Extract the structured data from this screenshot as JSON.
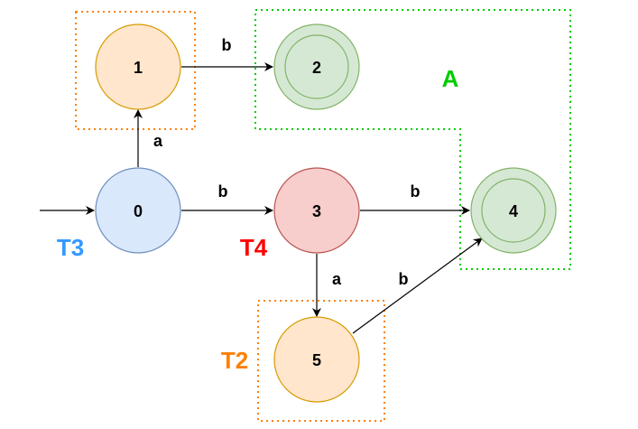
{
  "states": [
    {
      "id": "0",
      "label": "0",
      "fill": "#dae8fc",
      "stroke": "#6c8ebf",
      "accepting": false,
      "initial": true
    },
    {
      "id": "1",
      "label": "1",
      "fill": "#ffe6cc",
      "stroke": "#d79b00",
      "accepting": false,
      "initial": false
    },
    {
      "id": "2",
      "label": "2",
      "fill": "#d5e8d4",
      "stroke": "#82b366",
      "accepting": true,
      "initial": false
    },
    {
      "id": "3",
      "label": "3",
      "fill": "#f8cecc",
      "stroke": "#b85450",
      "accepting": false,
      "initial": false
    },
    {
      "id": "4",
      "label": "4",
      "fill": "#d5e8d4",
      "stroke": "#82b366",
      "accepting": true,
      "initial": false
    },
    {
      "id": "5",
      "label": "5",
      "fill": "#ffe6cc",
      "stroke": "#d79b00",
      "accepting": false,
      "initial": false
    }
  ],
  "transitions": [
    {
      "from": "0",
      "to": "1",
      "label": "a"
    },
    {
      "from": "1",
      "to": "2",
      "label": "b"
    },
    {
      "from": "0",
      "to": "3",
      "label": "b"
    },
    {
      "from": "3",
      "to": "4",
      "label": "b"
    },
    {
      "from": "3",
      "to": "5",
      "label": "a"
    },
    {
      "from": "5",
      "to": "4",
      "label": "b"
    }
  ],
  "groups": [
    {
      "id": "A",
      "label": "A",
      "color": "#00cc00"
    },
    {
      "id": "T3",
      "label": "T3",
      "color": "#3399ff"
    },
    {
      "id": "T4",
      "label": "T4",
      "color": "#ff0000"
    },
    {
      "id": "T2",
      "label": "T2",
      "color": "#ff8000"
    }
  ]
}
